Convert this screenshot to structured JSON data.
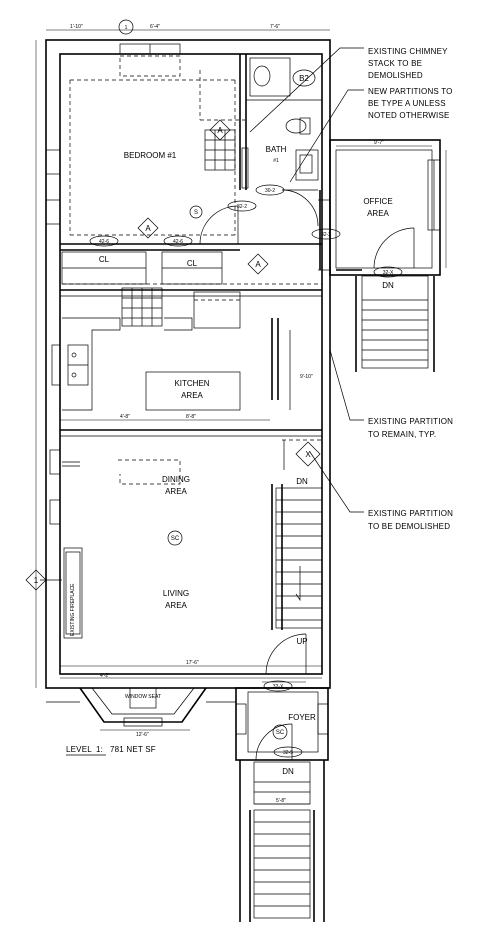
{
  "rooms": {
    "bedroom": "BEDROOM #1",
    "bath": "BATH",
    "bath_number": "#1",
    "office_line1": "OFFICE",
    "office_line2": "AREA",
    "closet_left": "CL",
    "closet_right": "CL",
    "kitchen_line1": "KITCHEN",
    "kitchen_line2": "AREA",
    "dining_line1": "DINING",
    "dining_line2": "AREA",
    "living_line1": "LIVING",
    "living_line2": "AREA",
    "foyer": "FOYER",
    "window_label": "WINDOW SEAT"
  },
  "notes": {
    "chimney": [
      "EXISTING CHIMNEY",
      "STACK TO BE",
      "DEMOLISHED"
    ],
    "partitions": [
      "NEW PARTITIONS TO",
      "BE TYPE A UNLESS",
      "NOTED OTHERWISE"
    ],
    "remain": [
      "EXISTING PARTITION",
      "TO REMAIN, TYP."
    ],
    "demolish": [
      "EXISTING PARTITION",
      "TO BE DEMOLISHED"
    ]
  },
  "level": {
    "label": "LEVEL",
    "number": "1:",
    "area": "781 NET SF"
  },
  "tags": {
    "partition_a": "A",
    "partition_b2": "B2",
    "partition_x": "X",
    "section_1": "1",
    "sc": "SC",
    "smoke": "S"
  },
  "door_tags": [
    "32-2",
    "30-2",
    "42-6",
    "42-6",
    "32-X",
    "32-X",
    "32-5",
    "32-2"
  ],
  "stair": {
    "dn": "DN",
    "up": "UP"
  },
  "fireplace": "EXISTING FIREPLACE",
  "dimensions": [
    "1'-10\"",
    "6'-4\"",
    "7'-6\"",
    "4'-8\"",
    "8'-8\"",
    "17'-6\"",
    "12'-6\"",
    "9'-7\"",
    "9'-10\"",
    "5'-8\"",
    "4'-2\""
  ]
}
